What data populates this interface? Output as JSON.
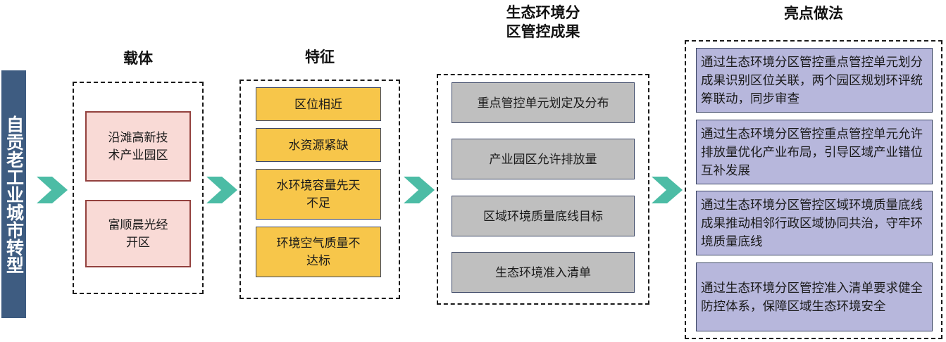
{
  "diagram": {
    "colors": {
      "sidebar_bg": "#3E5C81",
      "arrow": "#4CBCA5",
      "carrier_fill": "#F9DAD6",
      "carrier_border": "#93413E",
      "feature_fill": "#F7C64A",
      "result_fill": "#BFBFBF",
      "highlight_fill": "#B7B7DC",
      "node_border": "#3C4766",
      "group_border": "#1a1a1a"
    },
    "sidebar": {
      "label": "自贡老工业城市转型"
    },
    "columns": [
      {
        "id": "carrier",
        "title": "载体",
        "items": [
          {
            "text": "沿滩高新技\n术产业园区"
          },
          {
            "text": "富顺晨光经\n开区"
          }
        ]
      },
      {
        "id": "feature",
        "title": "特征",
        "items": [
          {
            "text": "区位相近"
          },
          {
            "text": "水资源紧缺"
          },
          {
            "text": "水环境容量先天\n不足"
          },
          {
            "text": "环境空气质量不\n达标"
          }
        ]
      },
      {
        "id": "result",
        "title": "生态环境分\n区管控成果",
        "items": [
          {
            "text": "重点管控单元划定及分布"
          },
          {
            "text": "产业园区允许排放量"
          },
          {
            "text": "区域环境质量底线目标"
          },
          {
            "text": "生态环境准入清单"
          }
        ]
      },
      {
        "id": "highlight",
        "title": "亮点做法",
        "items": [
          {
            "text": "通过生态环境分区管控重点管控单元划分成果识别区位关联，两个园区规划环评统筹联动，同步审查"
          },
          {
            "text": "通过生态环境分区管控重点管控单元允许排放量优化产业布局，引导区域产业错位互补发展"
          },
          {
            "text": "通过生态环境分区管控区域环境质量底线成果推动相邻行政区域协同共治，守牢环境质量底线"
          },
          {
            "text": "通过生态环境分区管控准入清单要求健全防控体系，保障区域生态环境安全"
          }
        ]
      }
    ],
    "arrows": [
      {
        "name": "arrow-sidebar-to-carrier"
      },
      {
        "name": "arrow-carrier-to-feature"
      },
      {
        "name": "arrow-feature-to-result"
      },
      {
        "name": "arrow-result-to-highlight"
      }
    ]
  }
}
